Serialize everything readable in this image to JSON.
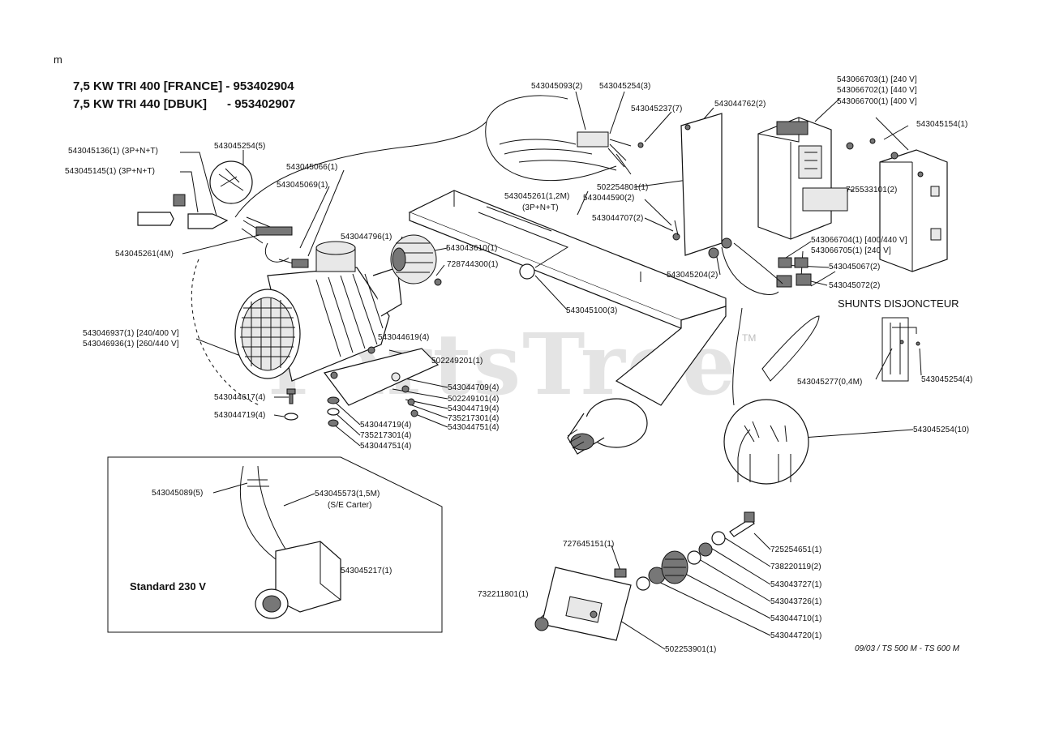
{
  "corner_mark": "m",
  "title_line1": "7,5 KW TRI 400 [FRANCE] - 953402904",
  "title_line2": "7,5 KW TRI 440 [DBUK]      - 953402907",
  "watermark": "PartsTree",
  "trademark": "TM",
  "shunts_heading": "SHUNTS DISJONCTEUR",
  "standard_label": "Standard 230 V",
  "footer": "09/03 / TS 500 M - TS 600 M",
  "labels": {
    "l01": "543045093(2)",
    "l02": "543045254(3)",
    "l03": "543045237(7)",
    "l04": "543044762(2)",
    "l05": "543066703(1) [240 V]",
    "l06": "543066702(1) [440 V]",
    "l07": "543066700(1) [400 V]",
    "l08": "543045154(1)",
    "l09": "543045136(1) (3P+N+T)",
    "l10": "543045145(1) (3P+N+T)",
    "l11": "543045254(5)",
    "l12": "543045066(1)",
    "l13": "543045069(1)",
    "l14": "543045261(4M)",
    "l15": "502254801(1)",
    "l16": "543045261(1,2M)",
    "l17": "543044590(2)",
    "l18": "(3P+N+T)",
    "l19": "543044707(2)",
    "l20": "725533101(2)",
    "l21": "543066704(1) [400/440 V]",
    "l22": "543066705(1) [240 V]",
    "l23": "543044796(1)",
    "l24": "543043610(1)",
    "l25": "728744300(1)",
    "l26": "543045067(2)",
    "l27": "543045204(2)",
    "l28": "543045072(2)",
    "l29": "543045100(3)",
    "l30": "543046937(1) [240/400 V]",
    "l31": "543046936(1) [260/440 V]",
    "l32": "543044619(4)",
    "l33": "502249201(1)",
    "l34": "543044709(4)",
    "l35": "502249101(4)",
    "l36": "543044719(4)",
    "l37": "735217301(4)",
    "l38": "543044751(4)",
    "l39": "543044617(4)",
    "l40": "543044719(4)",
    "l41": "543044719(4)",
    "l42": "735217301(4)",
    "l43": "543044751(4)",
    "l44": "543045277(0,4M)",
    "l45": "543045254(4)",
    "l46": "543045254(10)",
    "l47": "543045089(5)",
    "l48": "543045573(1,5M)",
    "l49": "(S/E Carter)",
    "l50": "543045217(1)",
    "l51": "727645151(1)",
    "l52": "732211801(1)",
    "l53": "725254651(1)",
    "l54": "738220119(2)",
    "l55": "543043727(1)",
    "l56": "543043726(1)",
    "l57": "543044710(1)",
    "l58": "543044720(1)",
    "l59": "502253901(1)"
  },
  "colors": {
    "ink": "#111111",
    "watermark": "#cfcfcf",
    "paper": "#ffffff"
  }
}
